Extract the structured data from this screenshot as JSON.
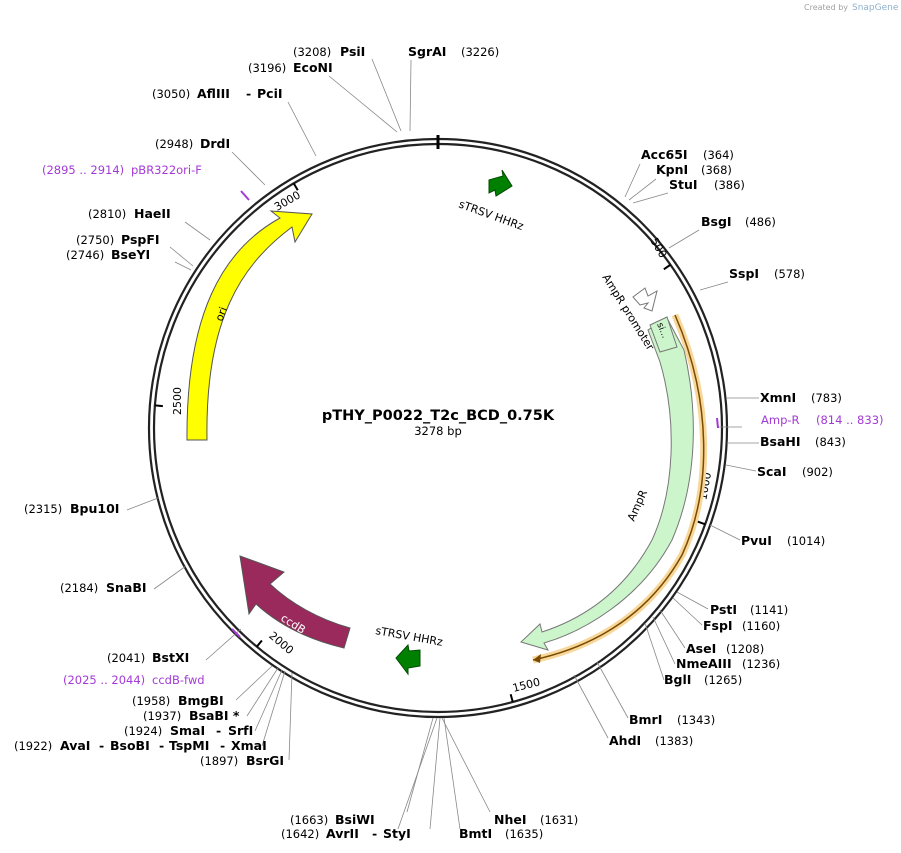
{
  "credit": {
    "prefix": "Created by",
    "brand": "SnapGene"
  },
  "plasmid": {
    "name": "pTHY_P0022_T2c_BCD_0.75K",
    "length_label": "3278 bp",
    "length": 3278
  },
  "ticks": [
    {
      "pos": 500,
      "label": "500"
    },
    {
      "pos": 1000,
      "label": "1000"
    },
    {
      "pos": 1500,
      "label": "1500"
    },
    {
      "pos": 2000,
      "label": "2000"
    },
    {
      "pos": 2500,
      "label": "2500"
    },
    {
      "pos": 3000,
      "label": "3000"
    }
  ],
  "features": {
    "stRSV_top": "sTRSV HHRz",
    "stRSV_bottom": "sTRSV HHRz",
    "ampr_promoter": "AmpR promoter",
    "signal": "si...",
    "ampr": "AmpR",
    "ccdb": "ccdB",
    "ori": "ori"
  },
  "sites": [
    {
      "name": "PsiI",
      "pos": "(3208)"
    },
    {
      "name": "EcoNI",
      "pos": "(3196)"
    },
    {
      "name": "SgrAI",
      "pos": "(3226)"
    },
    {
      "name": "AflIII",
      "pos": "(3050)"
    },
    {
      "name": "PciI",
      "pos": ""
    },
    {
      "name": "DrdI",
      "pos": "(2948)"
    },
    {
      "name": "HaeII",
      "pos": "(2810)"
    },
    {
      "name": "PspFI",
      "pos": "(2750)"
    },
    {
      "name": "BseYI",
      "pos": "(2746)"
    },
    {
      "name": "Bpu10I",
      "pos": "(2315)"
    },
    {
      "name": "SnaBI",
      "pos": "(2184)"
    },
    {
      "name": "BstXI",
      "pos": "(2041)"
    },
    {
      "name": "BmgBI",
      "pos": "(1958)"
    },
    {
      "name": "BsaBI *",
      "pos": "(1937)"
    },
    {
      "name": "SmaI",
      "pos": "(1924)"
    },
    {
      "name": "SrfI",
      "pos": ""
    },
    {
      "name": "AvaI",
      "pos": "(1922)"
    },
    {
      "name": "BsoBI",
      "pos": ""
    },
    {
      "name": "TspMI",
      "pos": ""
    },
    {
      "name": "XmaI",
      "pos": ""
    },
    {
      "name": "BsrGI",
      "pos": "(1897)"
    },
    {
      "name": "BsiWI",
      "pos": "(1663)"
    },
    {
      "name": "AvrII",
      "pos": "(1642)"
    },
    {
      "name": "StyI",
      "pos": ""
    },
    {
      "name": "NheI",
      "pos": "(1631)"
    },
    {
      "name": "BmtI",
      "pos": "(1635)"
    },
    {
      "name": "Acc65I",
      "pos": "(364)"
    },
    {
      "name": "KpnI",
      "pos": "(368)"
    },
    {
      "name": "StuI",
      "pos": "(386)"
    },
    {
      "name": "BsgI",
      "pos": "(486)"
    },
    {
      "name": "SspI",
      "pos": "(578)"
    },
    {
      "name": "XmnI",
      "pos": "(783)"
    },
    {
      "name": "BsaHI",
      "pos": "(843)"
    },
    {
      "name": "ScaI",
      "pos": "(902)"
    },
    {
      "name": "PvuI",
      "pos": "(1014)"
    },
    {
      "name": "PstI",
      "pos": "(1141)"
    },
    {
      "name": "FspI",
      "pos": "(1160)"
    },
    {
      "name": "AseI",
      "pos": "(1208)"
    },
    {
      "name": "NmeAIII",
      "pos": "(1236)"
    },
    {
      "name": "BglI",
      "pos": "(1265)"
    },
    {
      "name": "BmrI",
      "pos": "(1343)"
    },
    {
      "name": "AhdI",
      "pos": "(1383)"
    }
  ],
  "primers": [
    {
      "name": "pBR322ori-F",
      "range": "(2895 .. 2914)"
    },
    {
      "name": "ccdB-fwd",
      "range": "(2025 .. 2044)"
    },
    {
      "name": "Amp-R",
      "range": "(814 .. 833)"
    }
  ],
  "separators": {
    "dash": "-"
  }
}
